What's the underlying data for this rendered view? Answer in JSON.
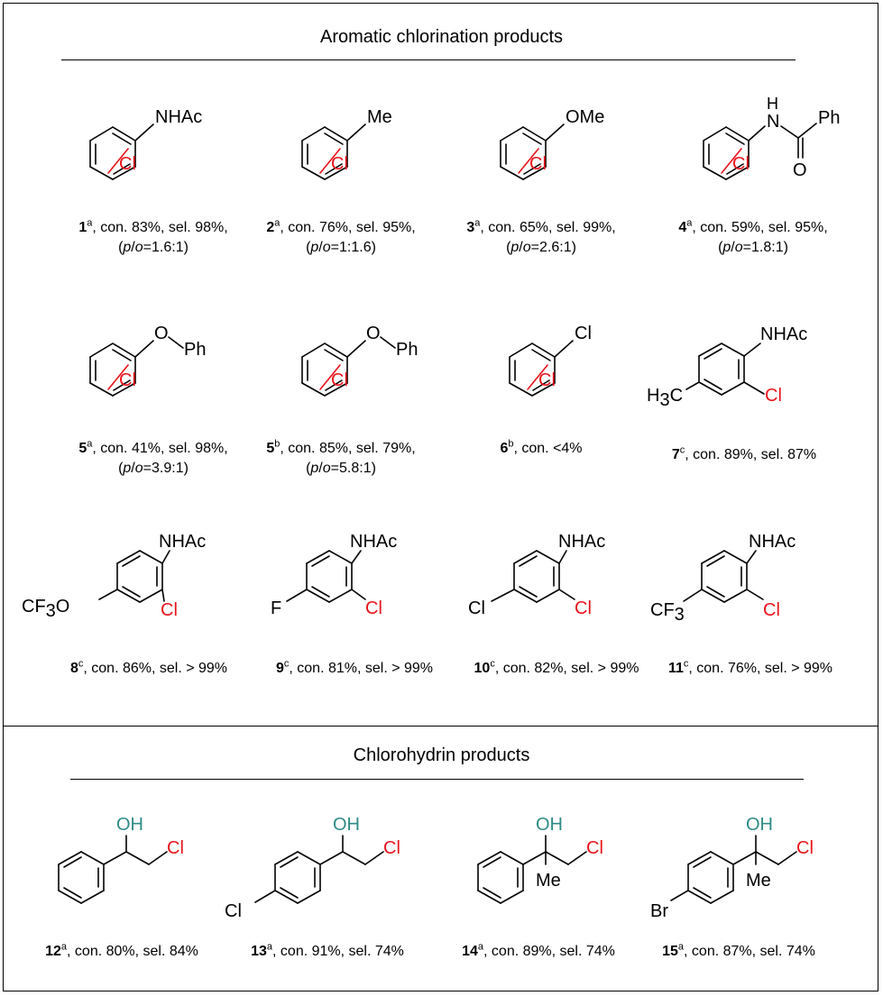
{
  "sections": {
    "aromatic_title": "Aromatic chlorination products",
    "chlorohydrin_title": "Chlorohydrin products"
  },
  "colors": {
    "chlorine": "#e8131b",
    "hydroxyl": "#2e8b86",
    "text": "#000000"
  },
  "labels": {
    "NHAc": "NHAc",
    "Me": "Me",
    "OMe": "OMe",
    "N": "N",
    "H": "H",
    "Ph": "Ph",
    "O": "O",
    "Cl": "Cl",
    "F": "F",
    "Br": "Br",
    "OH": "OH",
    "H3C_H": "H",
    "H3C_3": "3",
    "H3C_C": "C",
    "CF3": "CF",
    "sub3": "3"
  },
  "compounds": [
    {
      "num": "1",
      "note": "a",
      "stats": ", con. 83%, sel. 98%,",
      "ratio": "1.6:1"
    },
    {
      "num": "2",
      "note": "a",
      "stats": ", con. 76%, sel. 95%,",
      "ratio": "1:1.6"
    },
    {
      "num": "3",
      "note": "a",
      "stats": ", con. 65%, sel. 99%,",
      "ratio": "2.6:1"
    },
    {
      "num": "4",
      "note": "a",
      "stats": ", con. 59%, sel. 95%,",
      "ratio": "1.8:1"
    },
    {
      "num": "5",
      "note": "a",
      "stats": ", con. 41%, sel. 98%,",
      "ratio": "3.9:1"
    },
    {
      "num": "5",
      "note": "b",
      "stats": ", con. 85%, sel. 79%,",
      "ratio": "5.8:1"
    },
    {
      "num": "6",
      "note": "b",
      "stats": ", con. <4%"
    },
    {
      "num": "7",
      "note": "c",
      "stats": ", con. 89%, sel. 87%"
    },
    {
      "num": "8",
      "note": "c",
      "stats": ", con. 86%, sel. > 99%"
    },
    {
      "num": "9",
      "note": "c",
      "stats": ", con. 81%, sel. > 99%"
    },
    {
      "num": "10",
      "note": "c",
      "stats": ", con. 82%, sel. > 99%"
    },
    {
      "num": "11",
      "note": "c",
      "stats": ", con. 76%, sel. > 99%"
    },
    {
      "num": "12",
      "note": "a",
      "stats": ", con. 80%, sel. 84%"
    },
    {
      "num": "13",
      "note": "a",
      "stats": ", con. 91%, sel. 74%"
    },
    {
      "num": "14",
      "note": "a",
      "stats": ", con. 89%, sel. 74%"
    },
    {
      "num": "15",
      "note": "a",
      "stats": ", con. 87%, sel. 74%"
    }
  ],
  "ratio_text": {
    "open": "(",
    "p": "p",
    "slash": "/",
    "o": "o",
    "eq": "=",
    "close": ")"
  }
}
